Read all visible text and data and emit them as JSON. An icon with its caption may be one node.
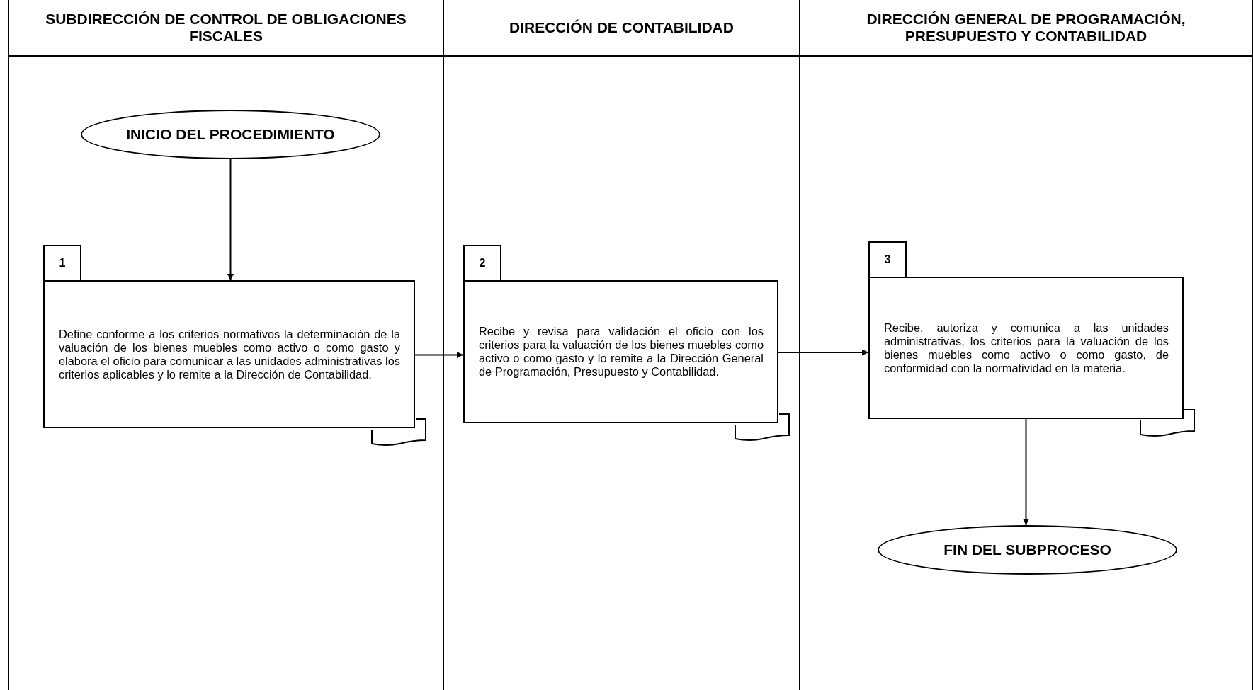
{
  "diagram": {
    "nodes": [
      {
        "text": [
          "SUBDIRECCIÓN DE CONTROL DE OBLIGACIONES FISCALES"
        ]
      },
      {
        "text": [
          "DIRECCIÓN DE CONTABILIDAD"
        ]
      },
      {
        "text": [
          "DIRECCIÓN GENERAL DE PROGRAMACIÓN, PRESUPUESTO Y CONTABILIDAD"
        ]
      },
      {
        "text": [
          "INICIO DEL PROCEDIMIENTO"
        ],
        "in": 0
      },
      {
        "text": [
          "1",
          "Define conforme a los criterios normativos la determinación de la valuación de los bienes muebles como activo o como gasto y elabora el oficio para comunicar a las unidades administrativas los criterios aplicables y lo remite a la Dirección de Contabilidad."
        ],
        "in": 0
      },
      {
        "text": [
          "2",
          "Recibe y revisa para validación el oficio con los criterios para la valuación de los bienes muebles como activo o como gasto y lo remite a la Dirección General de Programación, Presupuesto y Contabilidad."
        ],
        "in": 1
      },
      {
        "text": [
          "3",
          "Recibe, autoriza y comunica a las unidades administrativas, los criterios para la valuación de los bienes muebles como activo o como gasto, de conformidad con la normatividad en la materia."
        ],
        "in": 2
      },
      {
        "text": [
          "FIN DEL SUBPROCESO"
        ],
        "in": 2
      }
    ],
    "edges": [
      {
        "from": 3,
        "to": 4,
        "arrow": "to"
      },
      {
        "from": 4,
        "to": 5,
        "arrow": "to"
      },
      {
        "from": 5,
        "to": 6,
        "arrow": "to"
      },
      {
        "from": 6,
        "to": 7,
        "arrow": "to"
      }
    ]
  }
}
